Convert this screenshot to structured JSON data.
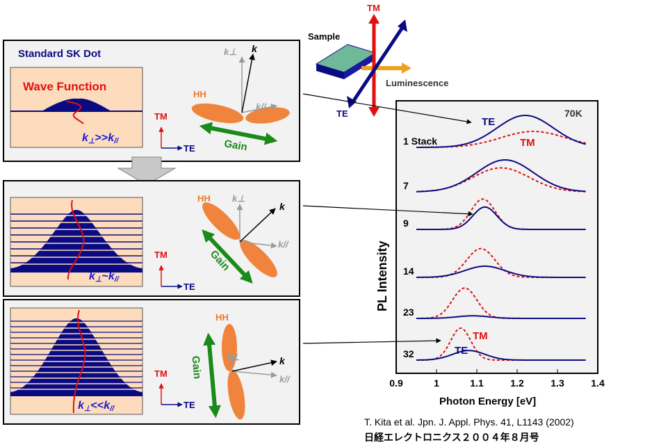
{
  "setup": {
    "sample_label": "Sample",
    "luminescence_label": "Luminescence",
    "tm_label": "TM",
    "te_label": "TE"
  },
  "panels": [
    {
      "title": "Standard SK Dot",
      "wave_function_label": "Wave Function",
      "relation": "k⊥ >> k//",
      "rel_left": "k",
      "rel_op": ">>",
      "rel_right": "k",
      "hh_label": "HH",
      "gain_label": "Gain",
      "k_label": "k",
      "kperp_label": "k⊥",
      "kpar_label": "k//",
      "tm_label": "TM",
      "te_label": "TE",
      "stack_layers": 1
    },
    {
      "title": "",
      "relation": "k⊥ ~ k//",
      "rel_left": "k",
      "rel_op": "~",
      "rel_right": "k",
      "hh_label": "HH",
      "gain_label": "Gain",
      "k_label": "k",
      "kperp_label": "k⊥",
      "kpar_label": "k//",
      "tm_label": "TM",
      "te_label": "TE",
      "stack_layers": 9
    },
    {
      "title": "",
      "relation": "k⊥ << k//",
      "rel_left": "k",
      "rel_op": "<<",
      "rel_right": "k",
      "hh_label": "HH",
      "gain_label": "Gain",
      "k_label": "k",
      "kperp_label": "k⊥",
      "kpar_label": "k//",
      "tm_label": "TM",
      "te_label": "TE",
      "stack_layers": 13
    }
  ],
  "chart_data": {
    "type": "line",
    "temperature_label": "70K",
    "xlabel": "Photon Energy [eV]",
    "ylabel": "PL Intensity",
    "xlim": [
      0.9,
      1.4
    ],
    "x_ticks": [
      "0.9",
      "1",
      "1.1",
      "1.2",
      "1.3",
      "1.4"
    ],
    "series_labels": {
      "te": "TE",
      "tm": "TM"
    },
    "stacks": [
      {
        "label": "1 Stack",
        "te_peak": 1.22,
        "te_width": 0.07,
        "te_height": 1.0,
        "tm_peak": 1.24,
        "tm_width": 0.08,
        "tm_height": 0.5
      },
      {
        "label": "7",
        "te_peak": 1.17,
        "te_width": 0.07,
        "te_height": 1.0,
        "tm_peak": 1.16,
        "tm_width": 0.07,
        "tm_height": 0.75
      },
      {
        "label": "9",
        "te_peak": 1.12,
        "te_width": 0.03,
        "te_height": 0.7,
        "tm_peak": 1.115,
        "tm_width": 0.03,
        "tm_height": 0.95
      },
      {
        "label": "14",
        "te_peak": 1.12,
        "te_width": 0.05,
        "te_height": 0.35,
        "tm_peak": 1.11,
        "tm_width": 0.035,
        "tm_height": 0.9
      },
      {
        "label": "23",
        "te_peak": 1.09,
        "te_width": 0.04,
        "te_height": 0.08,
        "tm_peak": 1.07,
        "tm_width": 0.03,
        "tm_height": 0.95
      },
      {
        "label": "32",
        "te_peak": 1.08,
        "te_width": 0.04,
        "te_height": 0.3,
        "tm_peak": 1.06,
        "tm_width": 0.025,
        "tm_height": 1.0
      }
    ]
  },
  "citation": {
    "line1": "T. Kita et al. Jpn. J. Appl. Phys. 41, L1143 (2002)",
    "line2": "日経エレクトロニクス２００４年８月号"
  },
  "colors": {
    "navy": "#0a0a82",
    "red": "#e01010",
    "orange": "#f07828",
    "green": "#1a8a1a",
    "gray": "#9a9a9a",
    "panel_bg": "#f2f2f2",
    "inset_bg": "#fcdcbc"
  }
}
